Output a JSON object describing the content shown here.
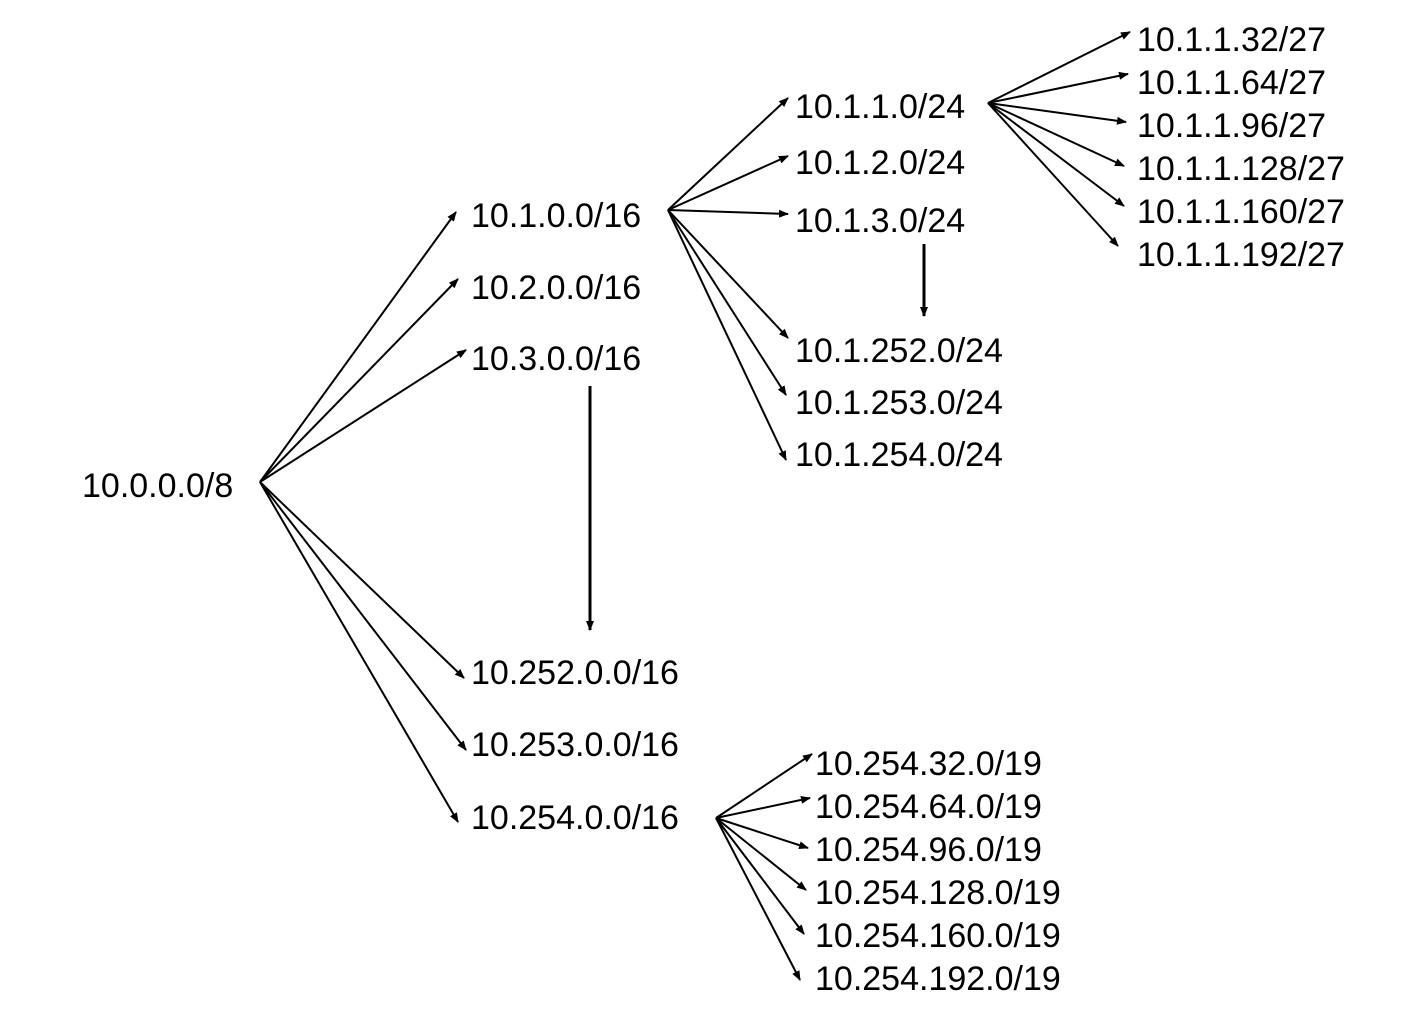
{
  "diagram": {
    "line_color": "#000000",
    "nodes": {
      "root": "10.0.0.0/8",
      "n_10_1": "10.1.0.0/16",
      "n_10_2": "10.2.0.0/16",
      "n_10_3": "10.3.0.0/16",
      "n_10_252": "10.252.0.0/16",
      "n_10_253": "10.253.0.0/16",
      "n_10_254": "10.254.0.0/16",
      "n_10_1_1": "10.1.1.0/24",
      "n_10_1_2": "10.1.2.0/24",
      "n_10_1_3": "10.1.3.0/24",
      "n_10_1_252": "10.1.252.0/24",
      "n_10_1_253": "10.1.253.0/24",
      "n_10_1_254": "10.1.254.0/24",
      "n_10_1_1_32": "10.1.1.32/27",
      "n_10_1_1_64": "10.1.1.64/27",
      "n_10_1_1_96": "10.1.1.96/27",
      "n_10_1_1_128": "10.1.1.128/27",
      "n_10_1_1_160": "10.1.1.160/27",
      "n_10_1_1_192": "10.1.1.192/27",
      "n_10_254_32": "10.254.32.0/19",
      "n_10_254_64": "10.254.64.0/19",
      "n_10_254_96": "10.254.96.0/19",
      "n_10_254_128": "10.254.128.0/19",
      "n_10_254_160": "10.254.160.0/19",
      "n_10_254_192": "10.254.192.0/19"
    }
  }
}
